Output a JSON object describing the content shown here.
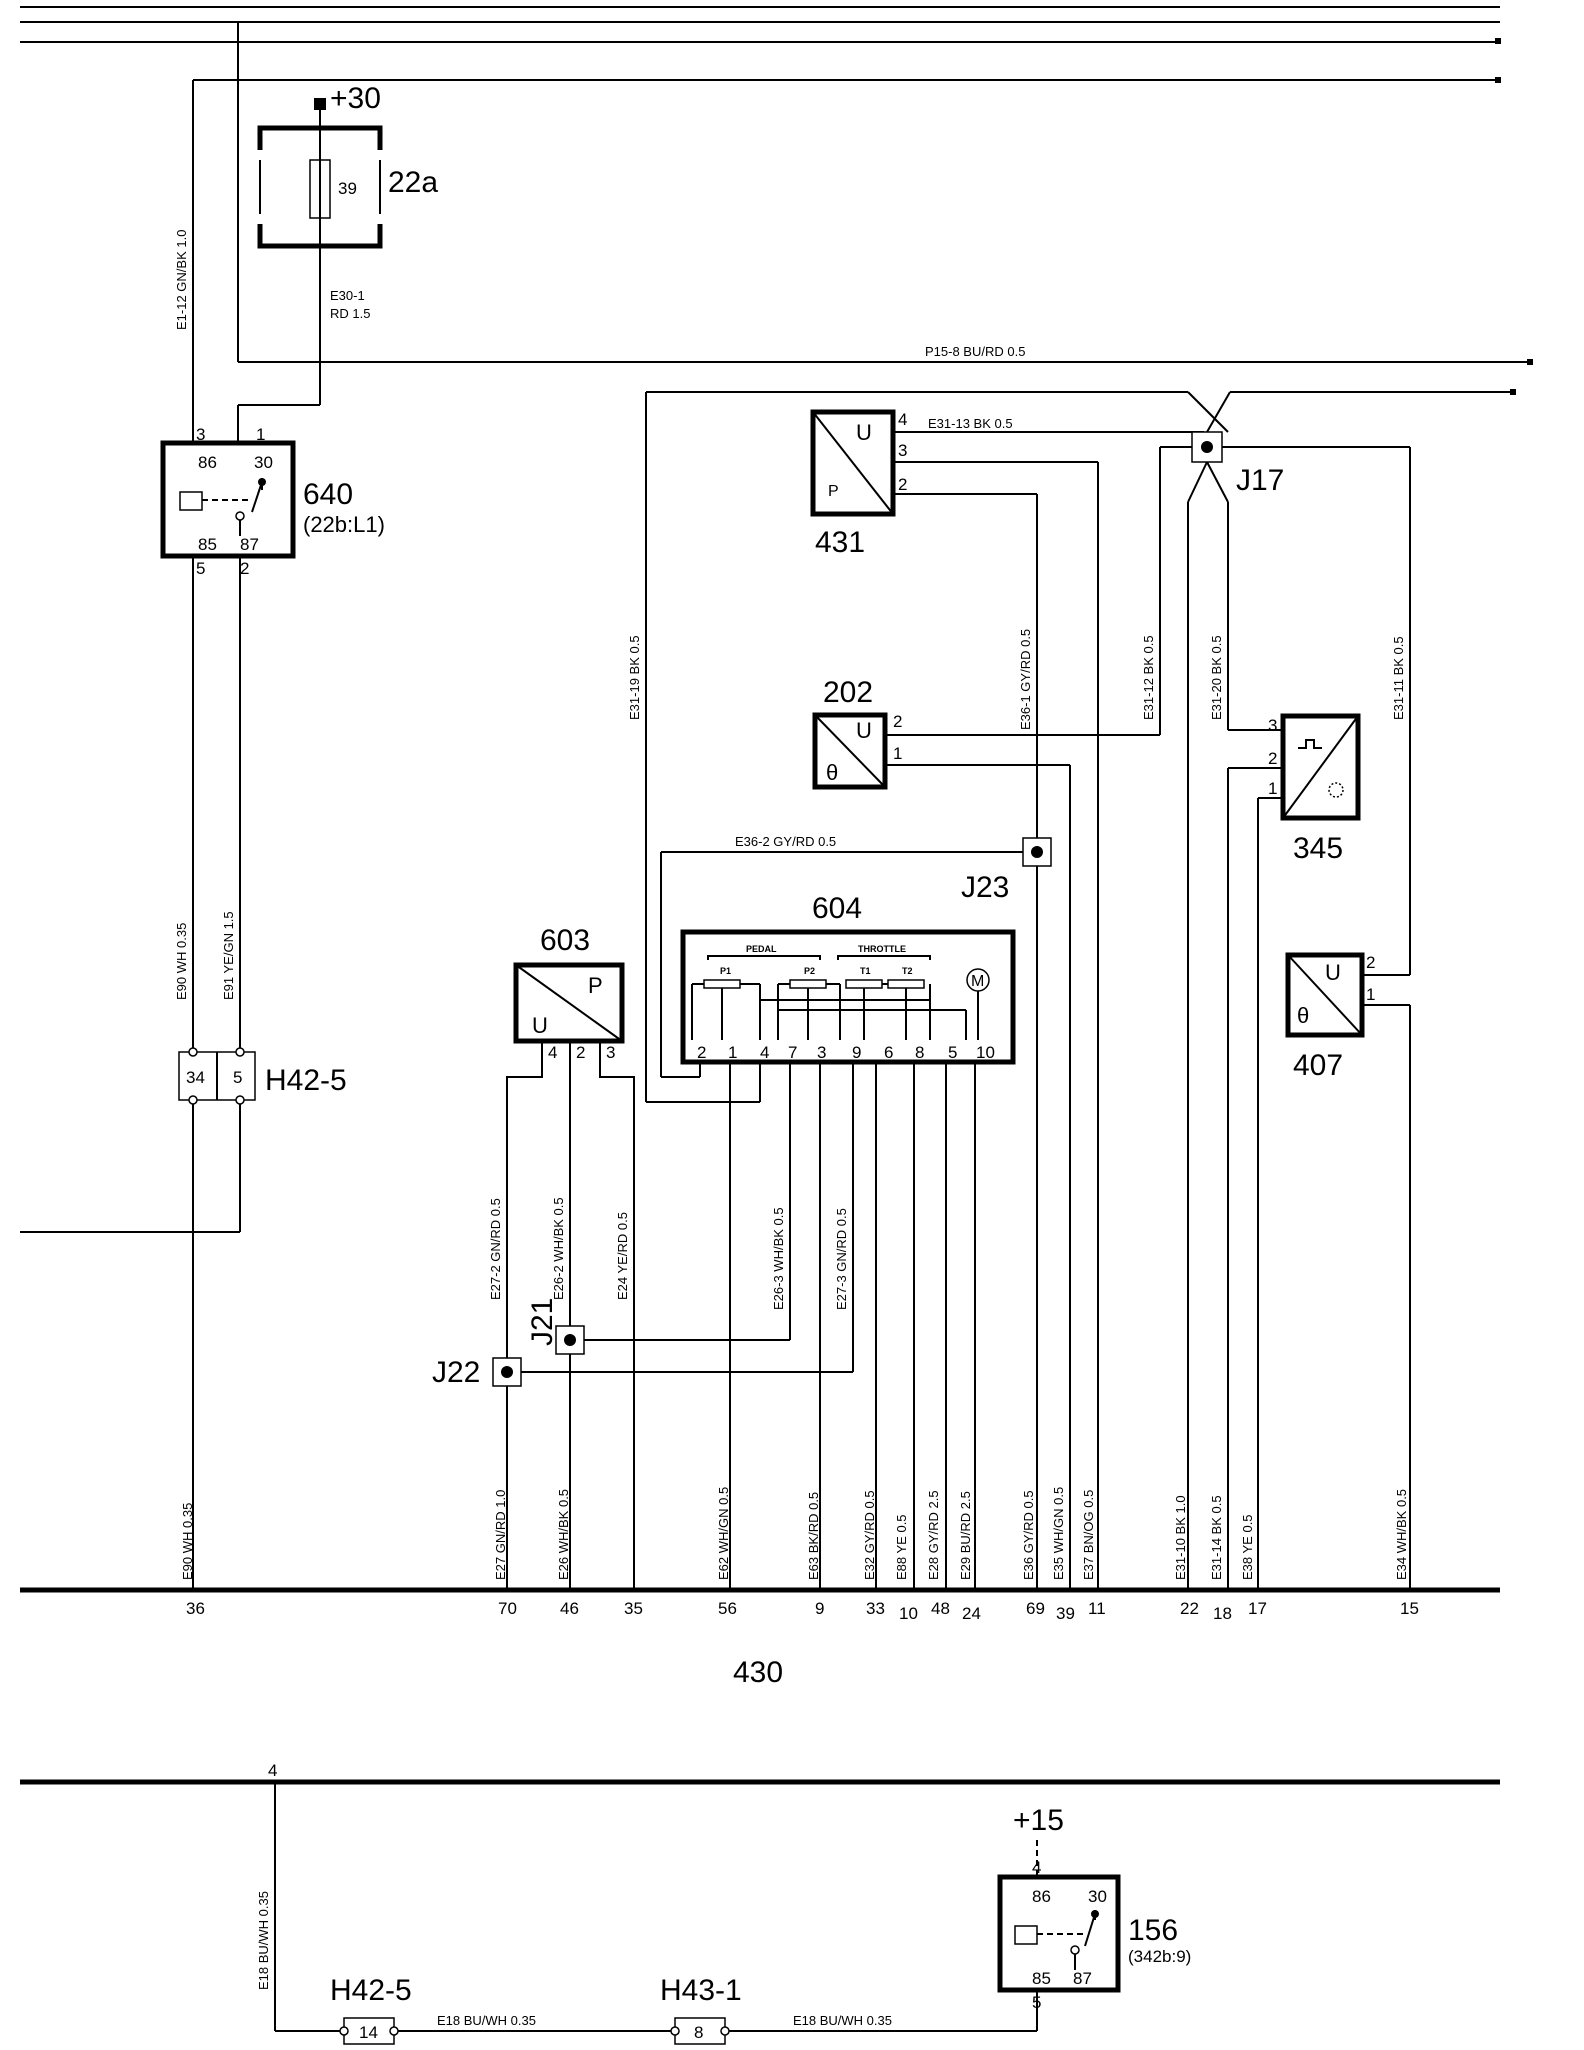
{
  "components": {
    "fuse": {
      "id": "22a",
      "rating": "39",
      "supply": "+30"
    },
    "relay_main": {
      "id": "640",
      "ref": "(22b:L1)",
      "pins_top": [
        "3",
        "1"
      ],
      "pins_bottom": [
        "5",
        "2"
      ],
      "terminals": [
        "86",
        "30",
        "85",
        "87"
      ]
    },
    "sensor_431": {
      "id": "431",
      "u": "U",
      "p": "P",
      "pins": [
        "4",
        "3",
        "2"
      ]
    },
    "sensor_202": {
      "id": "202",
      "u": "U",
      "theta": "θ",
      "pins": [
        "2",
        "1"
      ]
    },
    "sensor_345": {
      "id": "345",
      "pins": [
        "3",
        "2",
        "1"
      ]
    },
    "sensor_407": {
      "id": "407",
      "u": "U",
      "theta": "θ",
      "pins": [
        "2",
        "1"
      ]
    },
    "sensor_603": {
      "id": "603",
      "u": "U",
      "p": "P",
      "pins": [
        "4",
        "2",
        "3"
      ]
    },
    "module_604": {
      "id": "604",
      "pedal": "PEDAL",
      "throttle": "THROTTLE",
      "p1": "P1",
      "p2": "P2",
      "t1": "T1",
      "t2": "T2",
      "motor": "M",
      "pins": [
        "2",
        "1",
        "4",
        "7",
        "3",
        "9",
        "6",
        "8",
        "5",
        "10"
      ]
    },
    "connector_h42_top": {
      "id": "H42-5",
      "left": "34",
      "right": "5"
    },
    "connector_h42_bottom": {
      "id": "H42-5",
      "pin": "14"
    },
    "connector_h43": {
      "id": "H43-1",
      "pin": "8"
    },
    "relay_156": {
      "id": "156",
      "ref": "(342b:9)",
      "supply": "+15",
      "pin_top": "4",
      "pin_bottom": "5",
      "terminals": [
        "86",
        "30",
        "85",
        "87"
      ]
    },
    "ecu": {
      "id": "430"
    },
    "splices": {
      "j17": "J17",
      "j21": "J21",
      "j22": "J22",
      "j23": "J23"
    }
  },
  "wires": {
    "p15_8": "P15-8   BU/RD   0.5",
    "e30_1": "E30-1",
    "e30_1b": "RD   1.5",
    "e1_12": "E1-12   GN/BK   1.0",
    "e31_13": "E31-13   BK   0.5",
    "e31_19": "E31-19   BK   0.5",
    "e36_1": "E36-1   GY/RD   0.5",
    "e31_12": "E31-12   BK   0.5",
    "e31_20": "E31-20   BK   0.5",
    "e31_11": "E31-11   BK   0.5",
    "e36_2": "E36-2   GY/RD   0.5",
    "e90_top": "E90   WH   0.35",
    "e91": "E91   YE/GN   1.5",
    "e27_2": "E27-2   GN/RD   0.5",
    "e26_2": "E26-2   WH/BK   0.5",
    "e24": "E24   YE/RD   0.5",
    "e26_3": "E26-3   WH/BK   0.5",
    "e27_3": "E27-3   GN/RD   0.5",
    "e18_vertical": "E18   BU/WH   0.35",
    "e18_a": "E18   BU/WH   0.35",
    "e18_b": "E18   BU/WH   0.35"
  },
  "ecu_wires": [
    {
      "label": "E90   WH   0.35",
      "pin": "36"
    },
    {
      "label": "E27   GN/RD   1.0",
      "pin": "70"
    },
    {
      "label": "E26   WH/BK   0.5",
      "pin": "46"
    },
    {
      "label": "",
      "pin": "35"
    },
    {
      "label": "E62   WH/GN   0.5",
      "pin": "56"
    },
    {
      "label": "E63   BK/RD   0.5",
      "pin": "9"
    },
    {
      "label": "E32   GY/RD   0.5",
      "pin": "33"
    },
    {
      "label": "E88   YE   0.5",
      "pin": "10"
    },
    {
      "label": "E28   GY/RD   2.5",
      "pin": "48"
    },
    {
      "label": "E29   BU/RD   2.5",
      "pin": "24"
    },
    {
      "label": "E36   GY/RD   0.5",
      "pin": "69"
    },
    {
      "label": "E35   WH/GN   0.5",
      "pin": "39"
    },
    {
      "label": "E37   BN/OG   0.5",
      "pin": "11"
    },
    {
      "label": "E31-10   BK   1.0",
      "pin": "22"
    },
    {
      "label": "E31-14   BK   0.5",
      "pin": "18"
    },
    {
      "label": "E38   YE   0.5",
      "pin": "17"
    },
    {
      "label": "E34   WH/BK   0.5",
      "pin": "15"
    }
  ],
  "bottom": {
    "bus_pin": "4"
  }
}
